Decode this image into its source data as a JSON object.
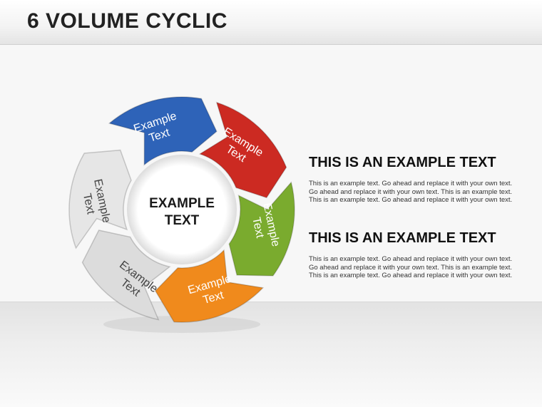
{
  "title": "6 VOLUME CYCLIC",
  "diagram": {
    "center": [
      "EXAMPLE",
      "TEXT"
    ],
    "segments": [
      {
        "lines": [
          "Example",
          "Text"
        ],
        "color": "#2e63b8"
      },
      {
        "lines": [
          "Example",
          "Text"
        ],
        "color": "#cc2a22"
      },
      {
        "lines": [
          "Example",
          "Text"
        ],
        "color": "#7aab2e"
      },
      {
        "lines": [
          "Example",
          "Text"
        ],
        "color": "#f08a1c"
      },
      {
        "lines": [
          "Example",
          "Text"
        ],
        "color": "#dcdcdc"
      },
      {
        "lines": [
          "Example",
          "Text"
        ],
        "color": "#e6e6e6"
      }
    ]
  },
  "blocks": [
    {
      "heading": "THIS IS AN EXAMPLE TEXT",
      "body": "This is an example text. Go ahead and replace it with your own text. Go ahead and replace it with your own text. This is an example text. This is an example text. Go ahead and replace it with your own text."
    },
    {
      "heading": "THIS IS AN EXAMPLE TEXT",
      "body": "This is an example text. Go ahead and replace it with your own text. Go ahead and replace it with your own text. This is an example text. This is an example text. Go ahead and replace it with your own text."
    }
  ]
}
